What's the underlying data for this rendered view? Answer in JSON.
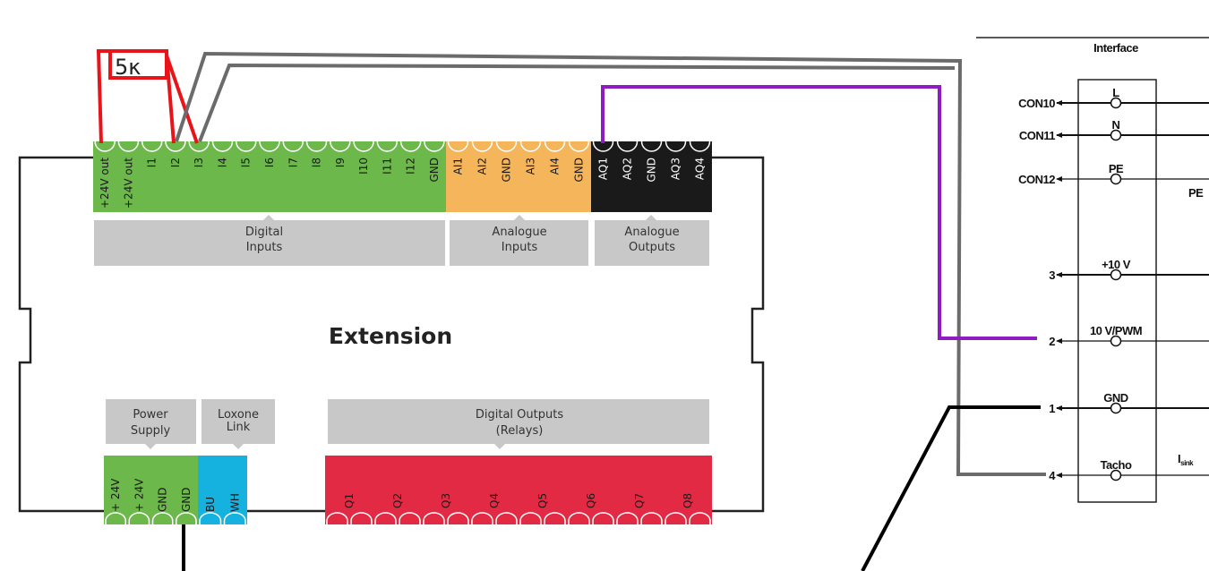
{
  "title": "Extension",
  "resistor_label": "5κ",
  "top_terminals": {
    "digital": [
      "+24V out",
      "+24V out",
      "I1",
      "I2",
      "I3",
      "I4",
      "I5",
      "I6",
      "I7",
      "I8",
      "I9",
      "I10",
      "I11",
      "I12",
      "GND"
    ],
    "analogue_in": [
      "AI1",
      "AI2",
      "GND",
      "AI3",
      "AI4",
      "GND"
    ],
    "analogue_out": [
      "AQ1",
      "AQ2",
      "GND",
      "AQ3",
      "AQ4"
    ]
  },
  "group_labels": {
    "digital_inputs": [
      "Digital",
      "Inputs"
    ],
    "analogue_inputs": [
      "Analogue",
      "Inputs"
    ],
    "analogue_outputs": [
      "Analogue",
      "Outputs"
    ],
    "power_supply": [
      "Power",
      "Supply"
    ],
    "loxone_link": [
      "Loxone",
      "Link"
    ],
    "digital_outputs": [
      "Digital Outputs",
      "(Relays)"
    ]
  },
  "bottom_terminals": {
    "power": [
      "+ 24V",
      "+ 24V",
      "GND",
      "GND"
    ],
    "link": [
      "BU",
      "WH"
    ],
    "relays": [
      "Q1",
      "Q2",
      "Q3",
      "Q4",
      "Q5",
      "Q6",
      "Q7",
      "Q8"
    ]
  },
  "interface": {
    "title": "Interface",
    "rows": [
      {
        "left": "CON10",
        "pin": "L"
      },
      {
        "left": "CON11",
        "pin": "N"
      },
      {
        "left": "CON12",
        "pin": "PE"
      },
      {
        "left": "3",
        "pin": "+10 V"
      },
      {
        "left": "2",
        "pin": "10 V/PWM"
      },
      {
        "left": "1",
        "pin": "GND"
      },
      {
        "left": "4",
        "pin": "Tacho"
      }
    ],
    "pe_right": "PE",
    "isink": "I",
    "isink_sub": "sink"
  },
  "colors": {
    "green": "#6cb84a",
    "orange": "#f5b55b",
    "black": "#1a1a1a",
    "blue": "#15b2e0",
    "red": "#e32a44",
    "gray": "#c8c8c8",
    "wire_red": "#e8141a",
    "wire_gray": "#6b6b6b",
    "wire_purple": "#8e1cc0"
  }
}
